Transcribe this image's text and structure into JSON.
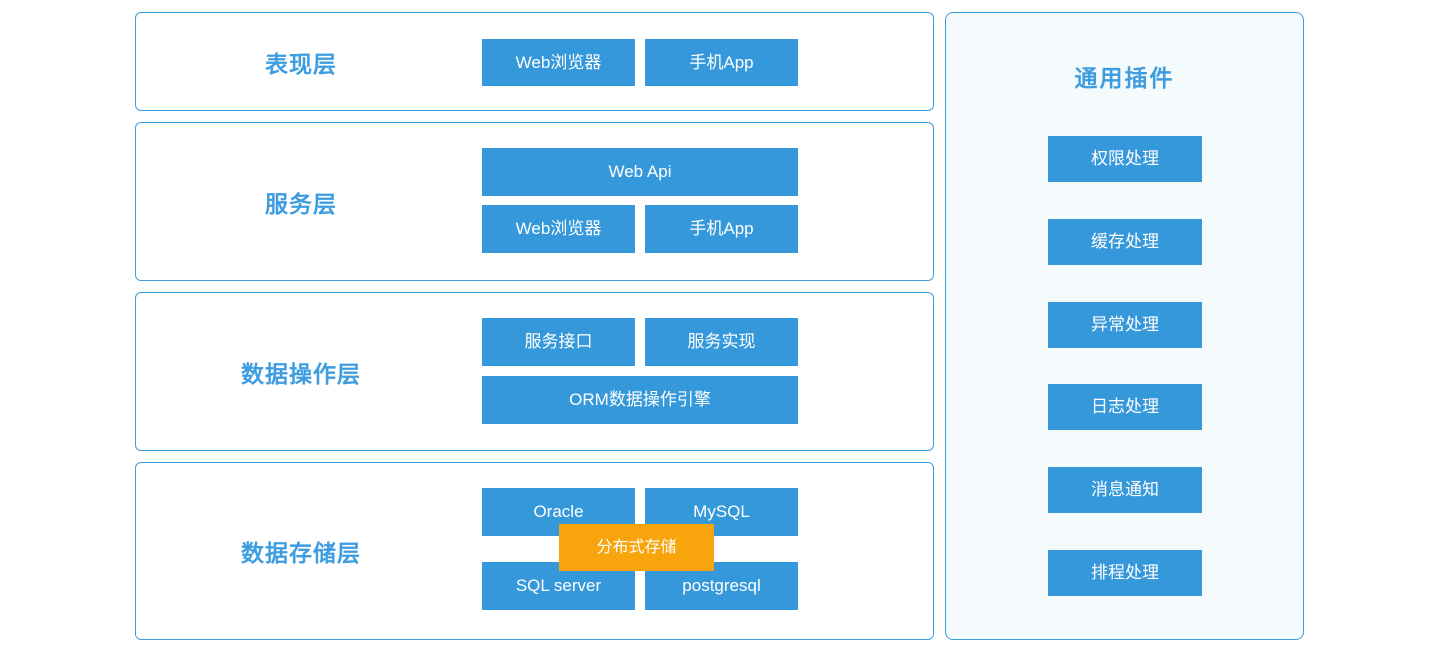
{
  "diagram": {
    "layers": [
      {
        "title": "表现层",
        "rows": [
          {
            "boxes": [
              "Web浏览器",
              "手机App"
            ]
          }
        ]
      },
      {
        "title": "服务层",
        "rows": [
          {
            "boxes": [
              "Web Api"
            ]
          },
          {
            "boxes": [
              "Web浏览器",
              "手机App"
            ]
          }
        ]
      },
      {
        "title": "数据操作层",
        "rows": [
          {
            "boxes": [
              "服务接口",
              "服务实现"
            ]
          },
          {
            "boxes": [
              "ORM数据操作引擎"
            ]
          }
        ]
      },
      {
        "title": "数据存储层",
        "rows": [
          {
            "boxes": [
              "Oracle",
              "MySQL"
            ]
          },
          {
            "boxes": [
              "SQL server",
              "postgresql"
            ]
          }
        ],
        "overlay": "分布式存储"
      }
    ],
    "plugins_panel": {
      "title": "通用插件",
      "items": [
        "权限处理",
        "缓存处理",
        "异常处理",
        "日志处理",
        "消息通知",
        "排程处理"
      ]
    },
    "colors": {
      "node_blue": "#3598db",
      "border_blue": "#3e9de0",
      "title_blue": "#3e9de0",
      "highlight_orange": "#f8a40c",
      "panel_background": "#f5fafd",
      "node_text": "#ffffff"
    }
  }
}
